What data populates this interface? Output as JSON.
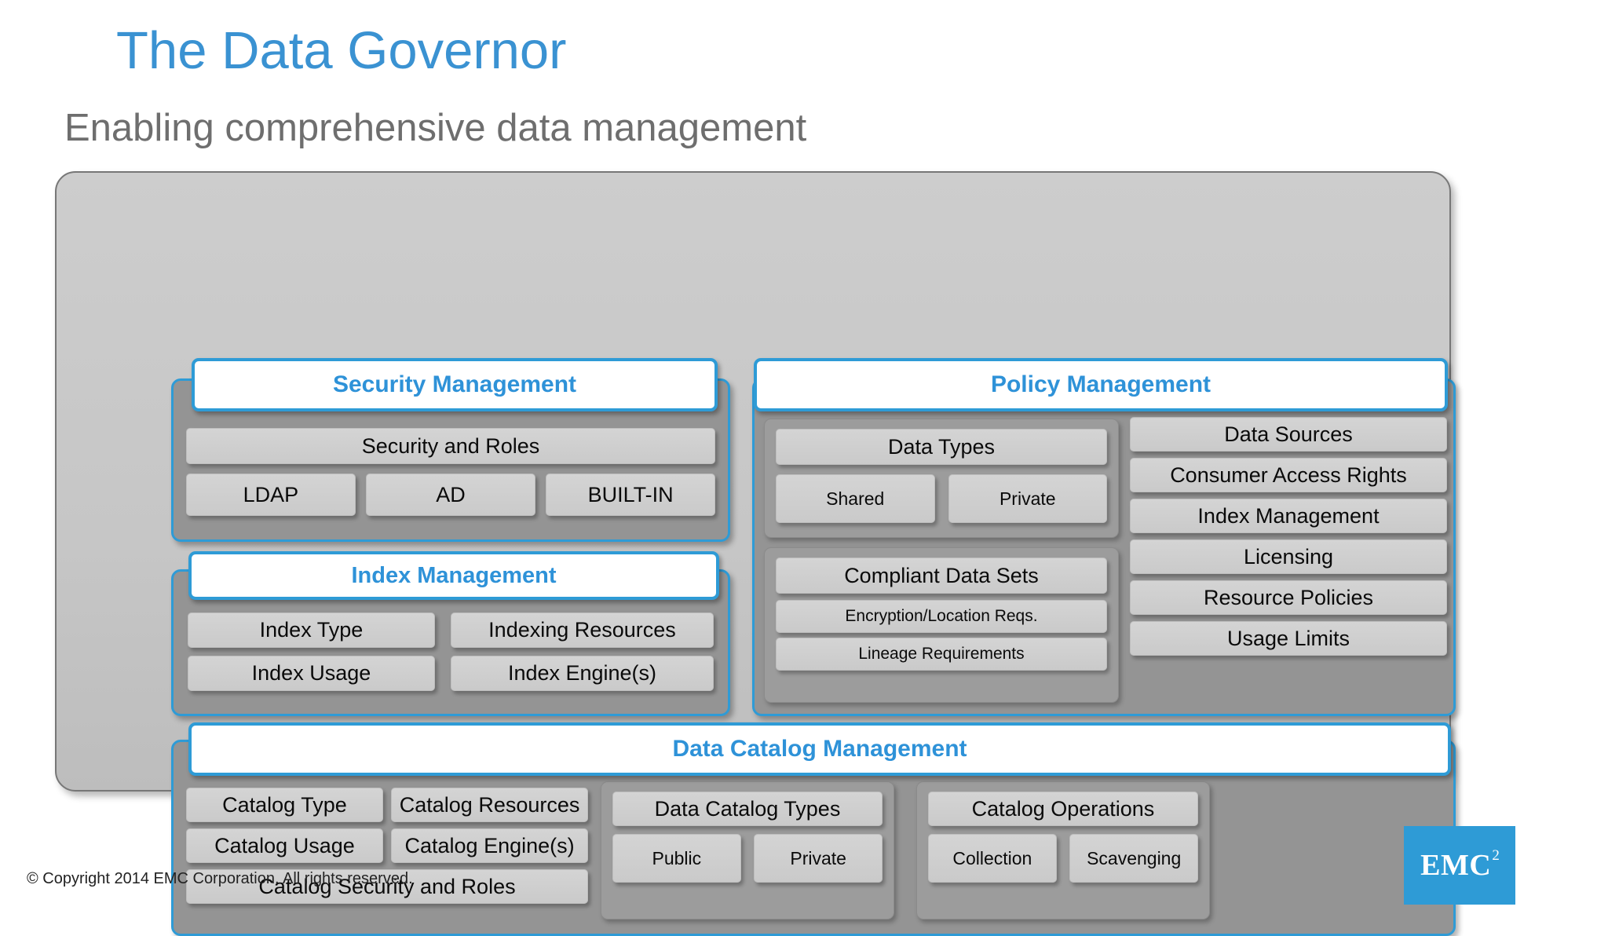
{
  "slide": {
    "title": "The Data Governor",
    "subtitle": "Enabling comprehensive data management",
    "title_color": "#3a92d2",
    "subtitle_color": "#6e6e6e",
    "accent_color": "#2e9bd6"
  },
  "modules": {
    "security": {
      "header": "Security Management",
      "items": {
        "roles": "Security and Roles",
        "ldap": "LDAP",
        "ad": "AD",
        "builtin": "BUILT-IN"
      }
    },
    "index": {
      "header": "Index Management",
      "items": {
        "type": "Index Type",
        "resources": "Indexing Resources",
        "usage": "Index Usage",
        "engines": "Index Engine(s)"
      }
    },
    "policy": {
      "header": "Policy Management",
      "data_types_group": {
        "title": "Data Types",
        "children": [
          "Shared",
          "Private"
        ]
      },
      "compliant_group": {
        "title": "Compliant Data Sets",
        "children": [
          "Encryption/Location Reqs.",
          "Lineage Requirements"
        ]
      },
      "right_column": [
        "Data Sources",
        "Consumer Access Rights",
        "Index Management",
        "Licensing",
        "Resource Policies",
        "Usage Limits"
      ]
    },
    "catalog": {
      "header": "Data Catalog Management",
      "left_items": {
        "type": "Catalog Type",
        "resources": "Catalog Resources",
        "usage": "Catalog Usage",
        "engines": "Catalog Engine(s)",
        "security_roles": "Catalog Security and Roles"
      },
      "catalog_types_group": {
        "title": "Data Catalog Types",
        "children": [
          "Public",
          "Private"
        ]
      },
      "operations_group": {
        "title": "Catalog Operations",
        "children": [
          "Collection",
          "Scavenging"
        ]
      }
    }
  },
  "footer": {
    "copyright": "© Copyright 2014 EMC Corporation. All rights reserved.",
    "logo": {
      "word": "EMC",
      "superscript": "2",
      "background": "#2e9bd6"
    }
  }
}
